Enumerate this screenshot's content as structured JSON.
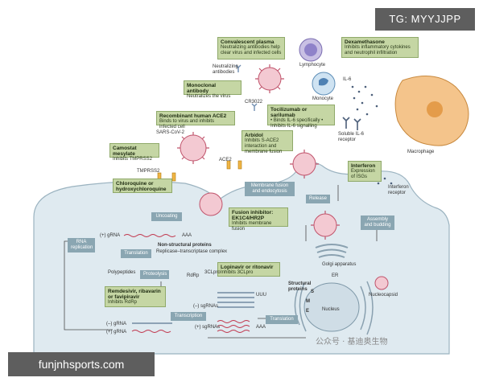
{
  "watermark_top": "TG: MYYJJPP",
  "watermark_bottom": "funjnhsports.com",
  "watermark_cn": "公众号 · 基迪奥生物",
  "drug_boxes": {
    "convalescent": {
      "title": "Convalescent plasma",
      "text": "Neutralizing antibodies help clear virus and infected cells"
    },
    "monoclonal": {
      "title": "Monoclonal antibody",
      "text": "Neutralizes the virus"
    },
    "ace2": {
      "title": "Recombinant human ACE2",
      "text": "Binds to virus and inhibits infected cell"
    },
    "camostat": {
      "title": "Camostat mesylate",
      "text": "Inhibits TMPRSS2"
    },
    "chloroquine": {
      "title": "Chloroquine or hydroxychloroquine",
      "text": ""
    },
    "tocilizumab": {
      "title": "Tocilizumab or sarilumab",
      "text": "• Binds IL-6 specifically • Inhibits IL-6 signalling"
    },
    "arbidol": {
      "title": "Arbidol",
      "text": "Inhibits S-ACE2 interaction and membrane fusion"
    },
    "fusion": {
      "title": "Fusion inhibitor: EK1C4/HR2P",
      "text": "Inhibits membrane fusion"
    },
    "dexamethasone": {
      "title": "Dexamethasone",
      "text": "Inhibits inflammatory cytokines and neutrophil infiltration"
    },
    "interferon": {
      "title": "Interferon",
      "text": "Expression of ISGs"
    },
    "lopinavir": {
      "title": "Lopinavir or ritonavir",
      "text": "Inhibits 3CLpro"
    },
    "remdesivir": {
      "title": "Remdesivir, ribavarin or favipiravir",
      "text": "Inhibits RdRp"
    }
  },
  "process_tags": {
    "uncoating": "Uncoating",
    "rna_replication": "RNA replication",
    "translation1": "Translation",
    "proteolysis": "Proteolysis",
    "transcription": "Transcription",
    "translation2": "Translation",
    "membrane_fusion": "Membrane fusion and endocytosis",
    "release": "Release",
    "assembly": "Assembly and budding"
  },
  "labels": {
    "lymphocyte": "Lymphocyte",
    "monocyte": "Monocyte",
    "neutralizing_antibodies": "Neutralizing antibodies",
    "cr3022": "CR3022",
    "il6": "IL-6",
    "soluble_il6": "Soluble IL-6 receptor",
    "macrophage": "Macrophage",
    "sars_cov_2": "SARS-CoV-2",
    "tmprss2": "TMPRSS2",
    "ace2_label": "ACE2",
    "interferon_receptor": "Interferon receptor",
    "plus_grna_top": "(+) gRNA",
    "aaa_top": "AAA",
    "nsp_title": "Non-structural proteins",
    "nsp_sub": "Replicase–transcriptase complex",
    "polypeptides": "Polypeptides",
    "rdrp": "RdRp",
    "clpro": "3CLpro",
    "minus_sgrnas": "(–) sgRNAs",
    "plus_sgrnas": "(+) sgRNAs",
    "uuu": "UUU",
    "aaa": "AAA",
    "minus_grna": "(–) gRNA",
    "plus_grna": "(+) gRNA",
    "structural_proteins": "Structural proteins",
    "golgi": "Golgi apparatus",
    "er": "ER",
    "nucleus": "Nucleus",
    "nucleocapsid": "Nucleocapsid",
    "s": "S",
    "m": "M",
    "e": "E"
  }
}
